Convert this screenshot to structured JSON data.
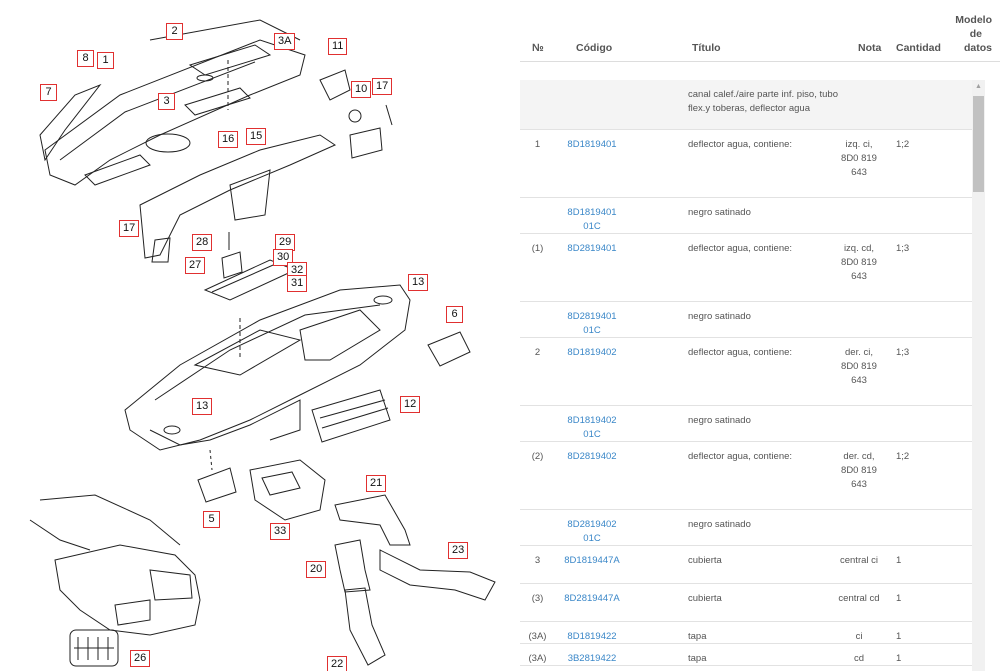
{
  "diagram": {
    "callouts": [
      {
        "label": "2"
      },
      {
        "label": "8"
      },
      {
        "label": "1"
      },
      {
        "label": "7"
      },
      {
        "label": "3A"
      },
      {
        "label": "11"
      },
      {
        "label": "10"
      },
      {
        "label": "17"
      },
      {
        "label": "3"
      },
      {
        "label": "16"
      },
      {
        "label": "15"
      },
      {
        "label": "17"
      },
      {
        "label": "28"
      },
      {
        "label": "29"
      },
      {
        "label": "30"
      },
      {
        "label": "27"
      },
      {
        "label": "32"
      },
      {
        "label": "31"
      },
      {
        "label": "13"
      },
      {
        "label": "6"
      },
      {
        "label": "13"
      },
      {
        "label": "12"
      },
      {
        "label": "5"
      },
      {
        "label": "21"
      },
      {
        "label": "33"
      },
      {
        "label": "23"
      },
      {
        "label": "20"
      },
      {
        "label": "26"
      },
      {
        "label": "22"
      }
    ]
  },
  "table": {
    "headers": {
      "num": "№",
      "code": "Código",
      "title": "Título",
      "note": "Nota",
      "qty": "Cantidad",
      "model": [
        "Modelo",
        "de",
        "datos"
      ]
    },
    "rows": [
      {
        "num": "",
        "code": "",
        "title": "canal calef./aire parte inf. piso, tubo flex.y toberas, deflector agua",
        "note": "",
        "qty": ""
      },
      {
        "num": "1",
        "code": "8D1819401",
        "title": "deflector agua, contiene:",
        "note": "izq. ci, 8D0 819 643",
        "qty": "1;2"
      },
      {
        "num": "",
        "code": "8D1819401 01C",
        "title": "negro satinado",
        "note": "",
        "qty": ""
      },
      {
        "num": "(1)",
        "code": "8D2819401",
        "title": "deflector agua, contiene:",
        "note": "izq. cd, 8D0 819 643",
        "qty": "1;3"
      },
      {
        "num": "",
        "code": "8D2819401 01C",
        "title": "negro satinado",
        "note": "",
        "qty": ""
      },
      {
        "num": "2",
        "code": "8D1819402",
        "title": "deflector agua, contiene:",
        "note": "der. ci, 8D0 819 643",
        "qty": "1;3"
      },
      {
        "num": "",
        "code": "8D1819402 01C",
        "title": "negro satinado",
        "note": "",
        "qty": ""
      },
      {
        "num": "(2)",
        "code": "8D2819402",
        "title": "deflector agua, contiene:",
        "note": "der. cd, 8D0 819 643",
        "qty": "1;2"
      },
      {
        "num": "",
        "code": "8D2819402 01C",
        "title": "negro satinado",
        "note": "",
        "qty": ""
      },
      {
        "num": "3",
        "code": "8D1819447A",
        "title": "cubierta",
        "note": "central ci",
        "qty": "1"
      },
      {
        "num": "(3)",
        "code": "8D2819447A",
        "title": "cubierta",
        "note": "central cd",
        "qty": "1"
      },
      {
        "num": "(3A)",
        "code": "8D1819422",
        "title": "tapa",
        "note": "ci",
        "qty": "1"
      },
      {
        "num": "(3A)",
        "code": "3B2819422",
        "title": "tapa",
        "note": "cd",
        "qty": "1"
      }
    ]
  },
  "colors": {
    "link": "#3a87c8",
    "callout_border": "#e03030",
    "group_row_bg": "#f4f4f4"
  }
}
